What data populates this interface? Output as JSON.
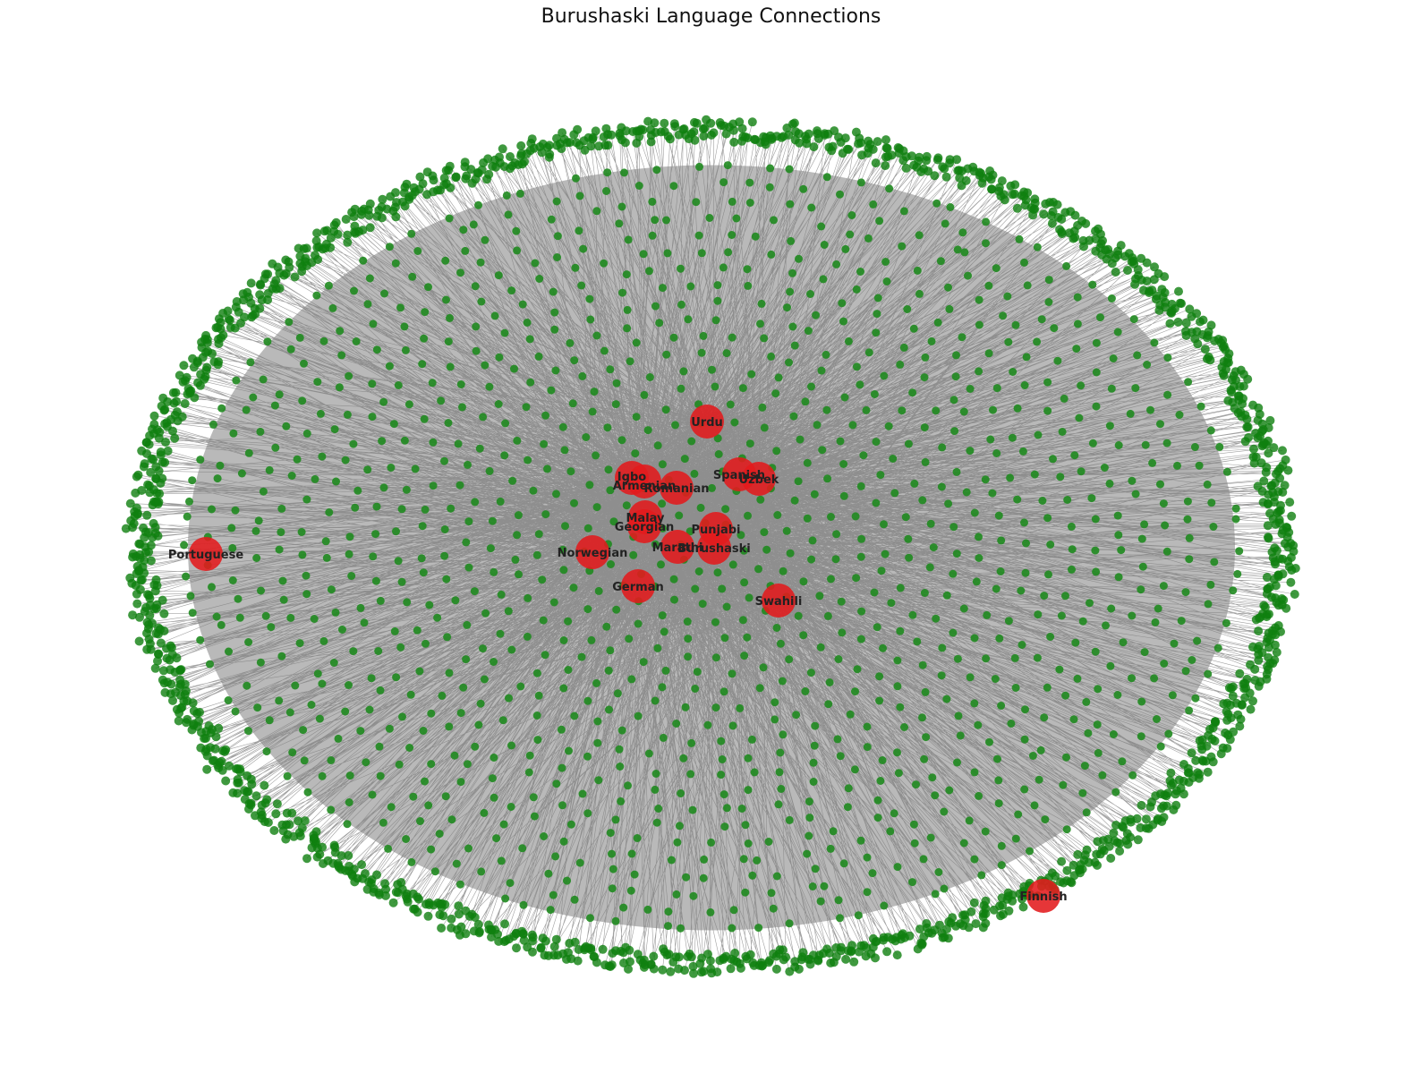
{
  "title": "Burushaski Language Connections",
  "colors": {
    "hub_node": "#e31a1c",
    "leaf_node": "#1f8a1f",
    "ring_node": "#0f7f0f",
    "edge": "#808080",
    "label": "#222222"
  },
  "hub_nodes": [
    {
      "label": "Urdu"
    },
    {
      "label": "Igbo"
    },
    {
      "label": "Armenian"
    },
    {
      "label": "Romanian"
    },
    {
      "label": "Spanish"
    },
    {
      "label": "Uzbek"
    },
    {
      "label": "Malay"
    },
    {
      "label": "Georgian"
    },
    {
      "label": "Punjabi"
    },
    {
      "label": "Norwegian"
    },
    {
      "label": "Marathi"
    },
    {
      "label": "Burushaski"
    },
    {
      "label": "German"
    },
    {
      "label": "Swahili"
    },
    {
      "label": "Portuguese"
    },
    {
      "label": "Finnish"
    }
  ]
}
